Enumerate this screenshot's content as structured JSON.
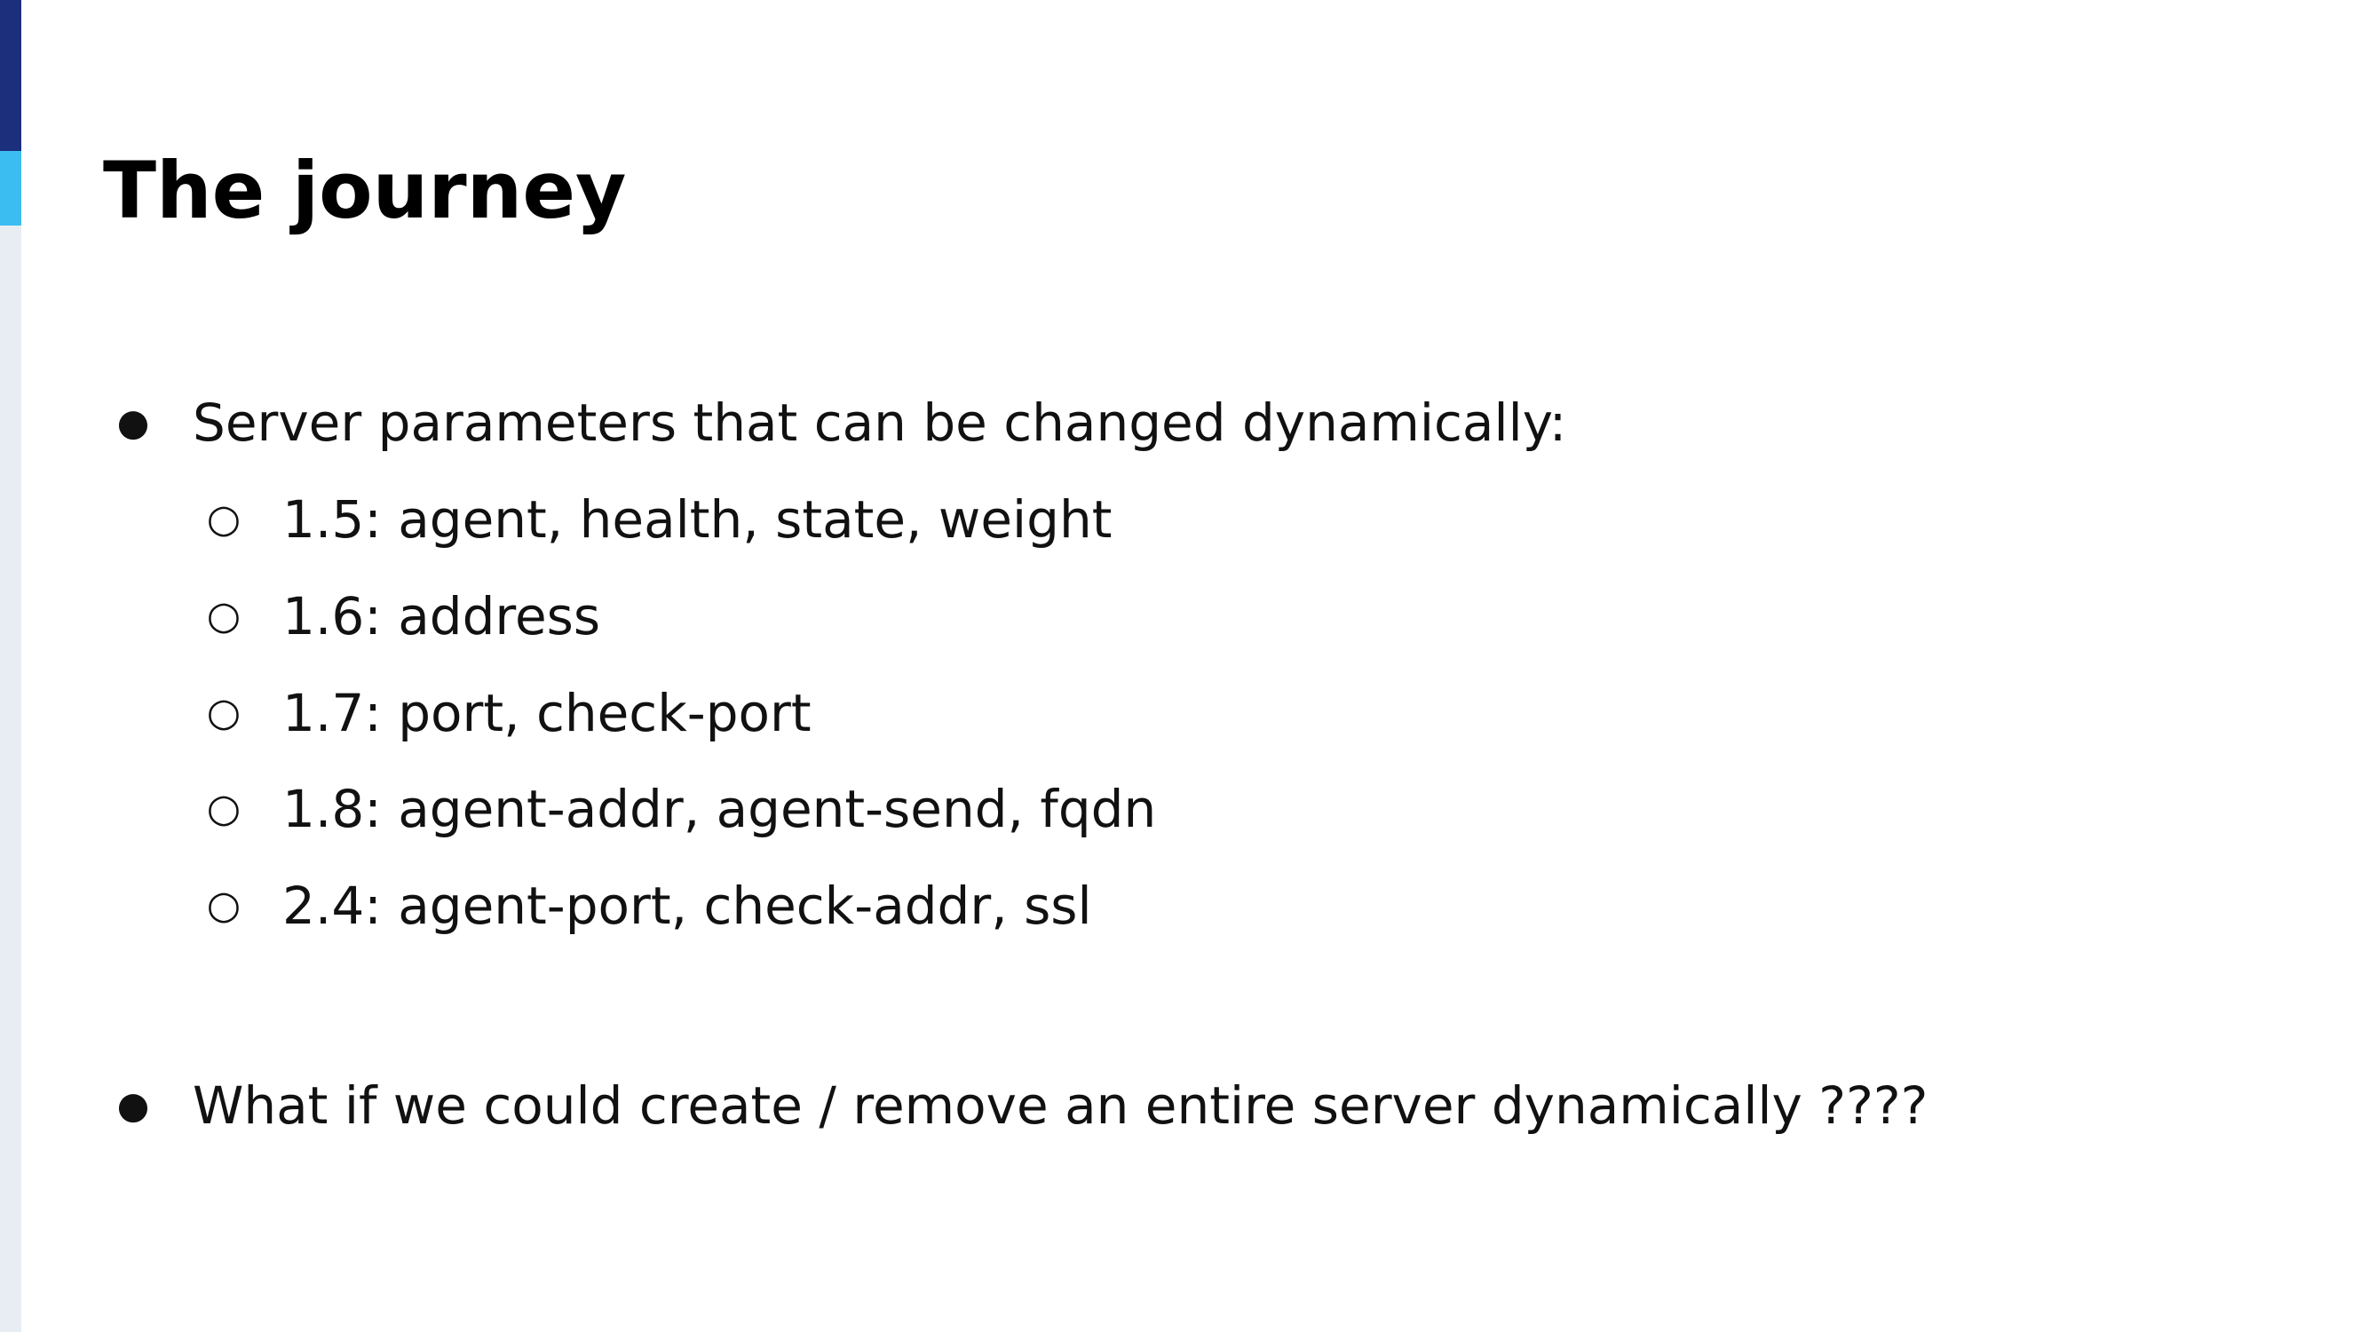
{
  "slide": {
    "title": "The journey",
    "bullets": [
      {
        "marker": "●",
        "text": "Server parameters that can be changed dynamically:",
        "subitems": [
          {
            "marker": "○",
            "text": "1.5: agent, health, state, weight"
          },
          {
            "marker": "○",
            "text": "1.6: address"
          },
          {
            "marker": "○",
            "text": "1.7: port, check-port"
          },
          {
            "marker": "○",
            "text": "1.8: agent-addr, agent-send, fqdn"
          },
          {
            "marker": "○",
            "text": "2.4: agent-port, check-addr, ssl"
          }
        ]
      },
      {
        "marker": "●",
        "text": "What if we could create / remove an entire server dynamically ????"
      }
    ]
  },
  "colors": {
    "accent_dark": "#1c2f7c",
    "accent_light": "#3bbdf1",
    "side_strip": "#e8edf4",
    "text": "#111111"
  }
}
